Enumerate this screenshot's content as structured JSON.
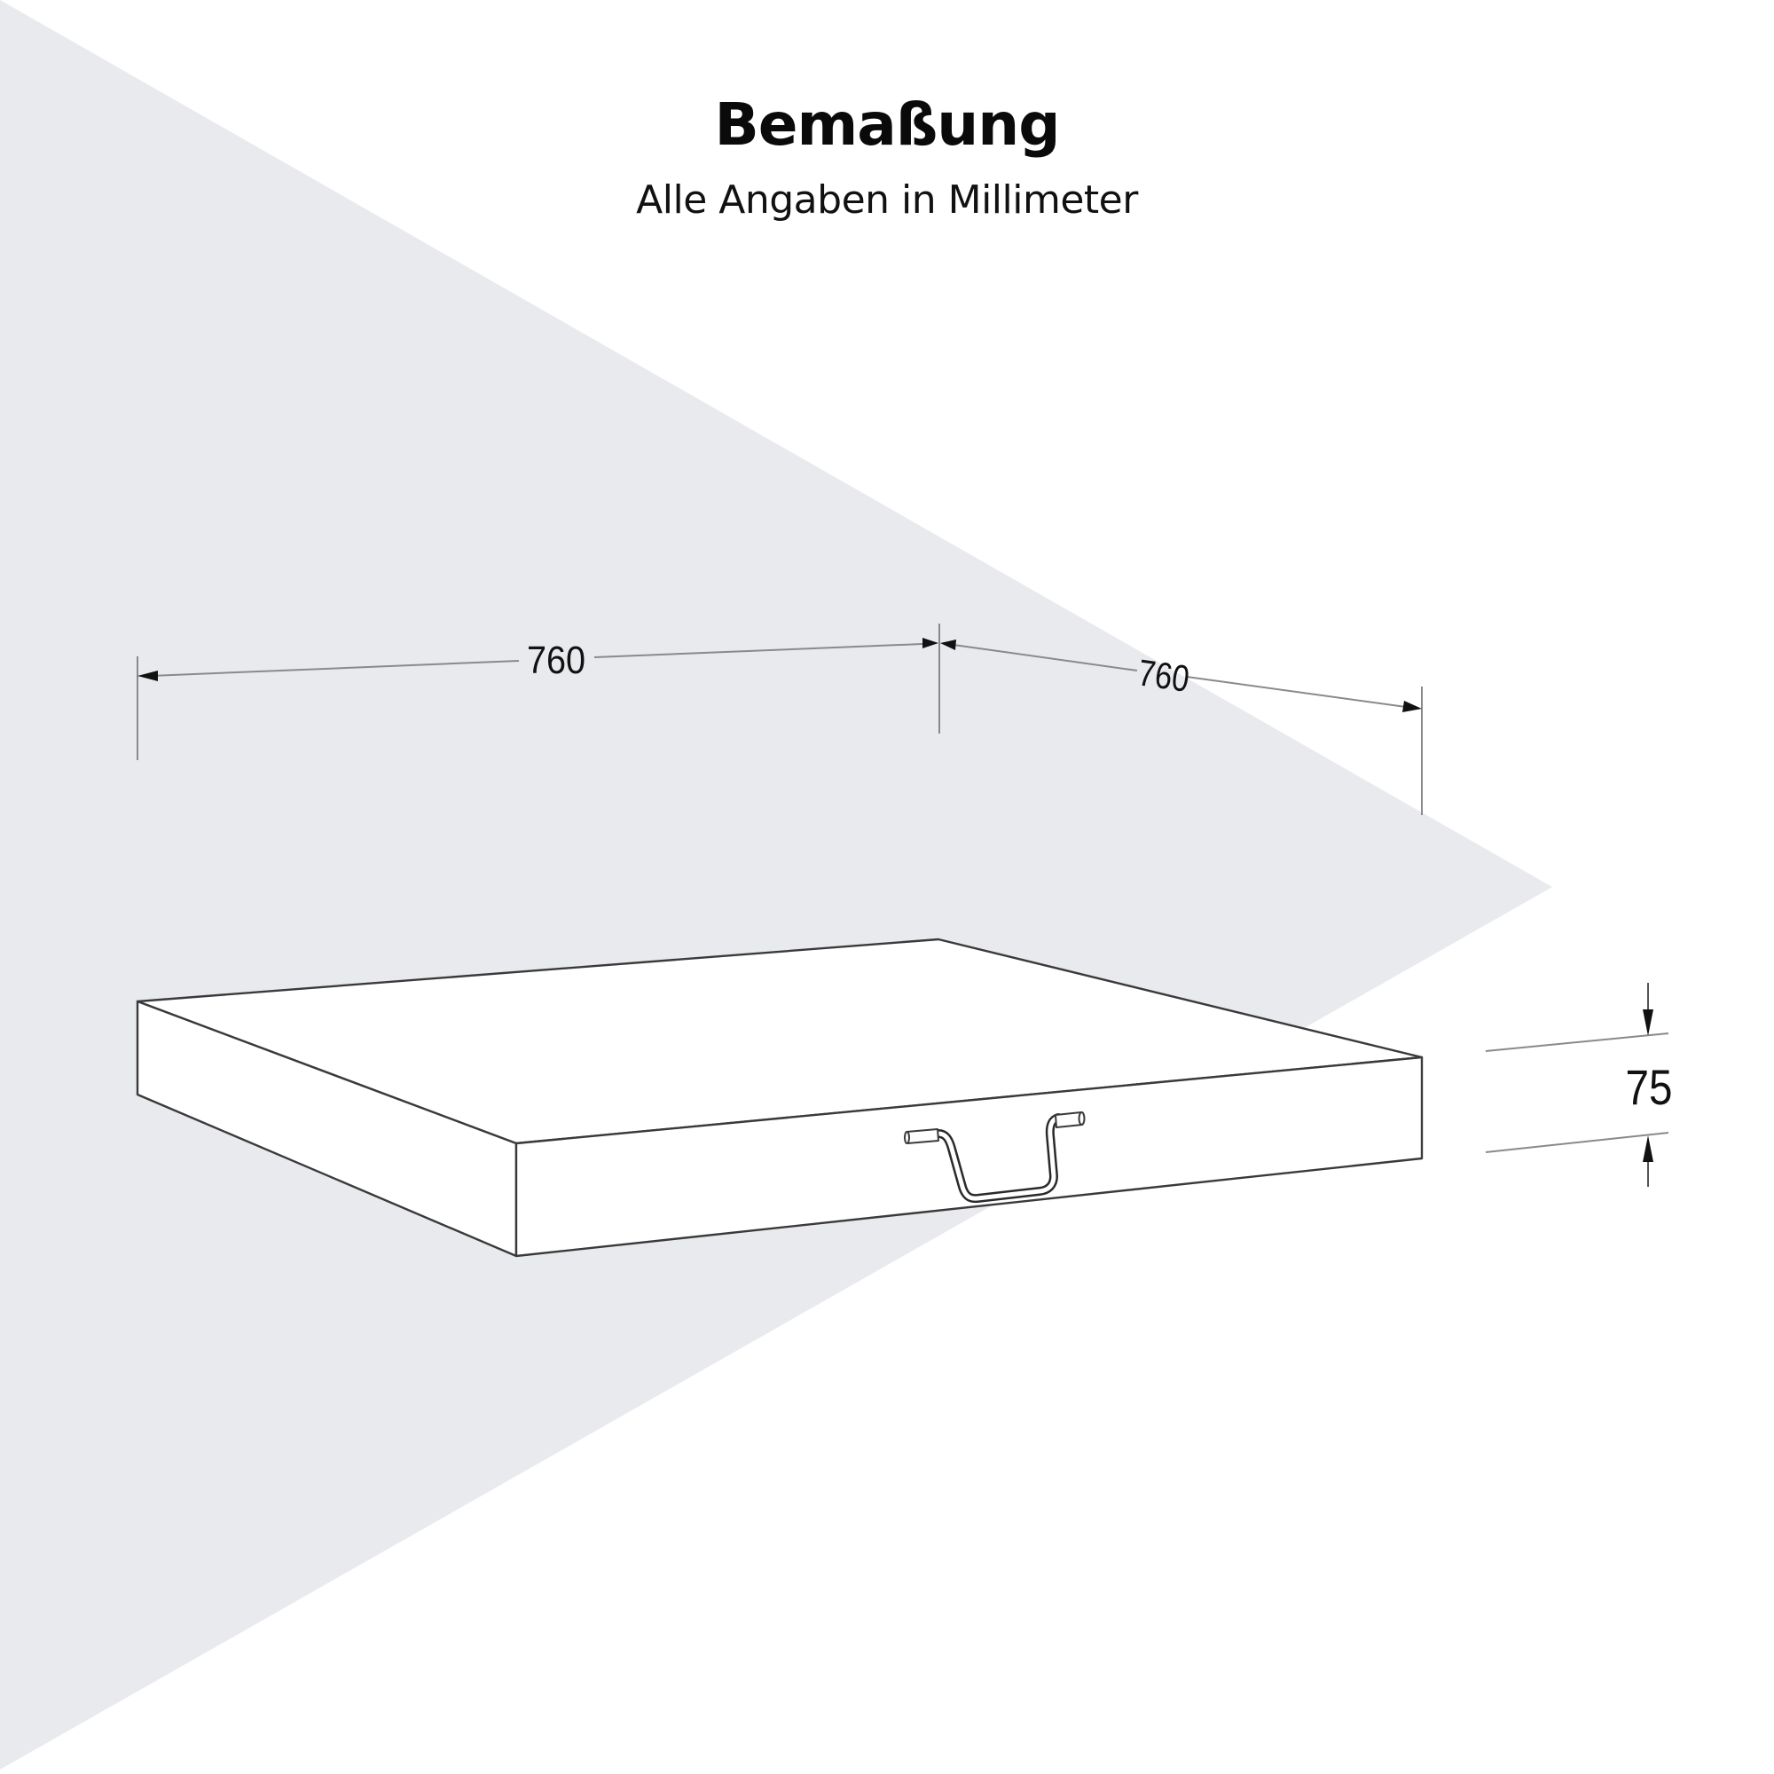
{
  "header": {
    "title": "Bemaßung",
    "subtitle": "Alle Angaben in Millimeter"
  },
  "colors": {
    "background": "#ffffff",
    "accent_triangle": "#e9eaee",
    "box_fill": "#ffffff",
    "box_stroke": "#3a3a3a",
    "dimension_line": "#8a8a8a",
    "dimension_arrow": "#111111",
    "text": "#111111"
  },
  "dimensions": {
    "width": {
      "value": "760",
      "unit": "mm",
      "label": "760"
    },
    "depth": {
      "value": "760",
      "unit": "mm",
      "label": "760"
    },
    "height": {
      "value": "75",
      "unit": "mm",
      "label": "75"
    }
  },
  "drawing": {
    "object": "flat box with wire handle",
    "handle_icon": "wire-handle"
  }
}
